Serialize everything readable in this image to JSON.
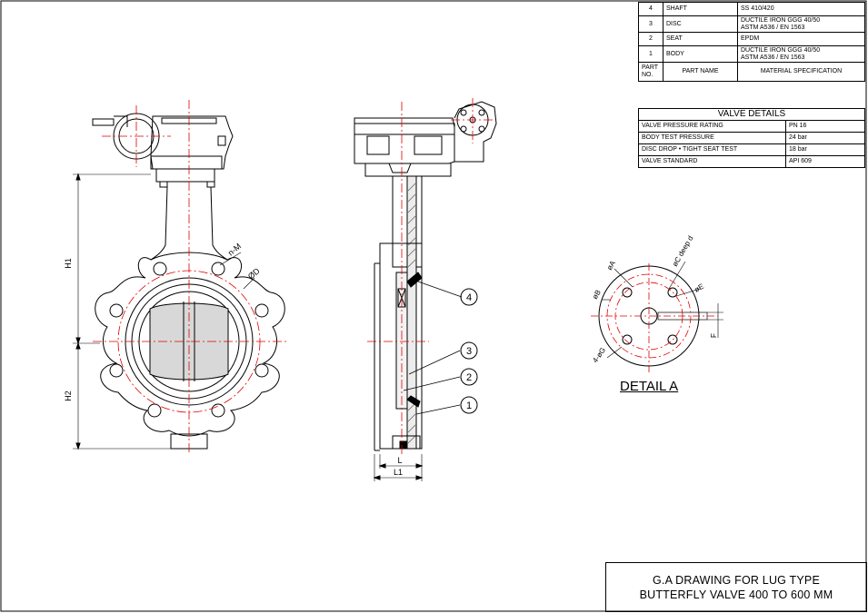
{
  "parts_table": {
    "rows": [
      {
        "no": "4",
        "name": "SHAFT",
        "material": "SS 410/420"
      },
      {
        "no": "3",
        "name": "DISC",
        "material": "DUCTILE IRON GGG 40/50\nASTM A536 / EN 1563"
      },
      {
        "no": "2",
        "name": "SEAT",
        "material": "EPDM"
      },
      {
        "no": "1",
        "name": "BODY",
        "material": "DUCTILE IRON GGG 40/50\nASTM A536 / EN 1563"
      }
    ],
    "header": {
      "no": "PART NO.",
      "name": "PART NAME",
      "material": "MATERIAL SPECIFICATION"
    }
  },
  "valve_details": {
    "title": "VALVE DETAILS",
    "rows": [
      {
        "label": "VALVE PRESSURE RATING",
        "value": "PN 16"
      },
      {
        "label": "BODY TEST PRESSURE",
        "value": "24 bar"
      },
      {
        "label": "DISC DROP • TIGHT SEAT TEST",
        "value": "18 bar"
      },
      {
        "label": "VALVE STANDARD",
        "value": "API 609"
      }
    ]
  },
  "front_view": {
    "dim_h1": "H1",
    "dim_h2": "H2",
    "label_nm": "n-M",
    "label_od": "ØD"
  },
  "side_view": {
    "dim_l": "L",
    "dim_l1": "L1",
    "balloons": [
      "4",
      "3",
      "2",
      "1"
    ]
  },
  "detail": {
    "title": "DETAIL A",
    "label_a": "øA",
    "label_b": "øB",
    "label_c": "øC deep d",
    "label_e": "øE",
    "label_f": "F",
    "label_g": "4-øG"
  },
  "title_block": {
    "line1": "G.A DRAWING FOR LUG TYPE",
    "line2": "BUTTERFLY VALVE 400 TO 600 MM"
  },
  "colors": {
    "line": "#000000",
    "centerline": "#e00000",
    "hatch": "#555555"
  }
}
